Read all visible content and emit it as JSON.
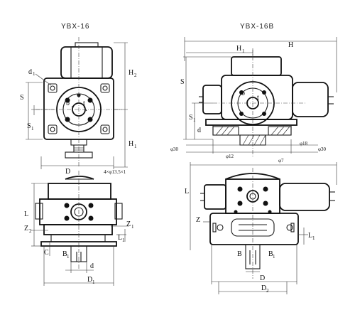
{
  "titles": {
    "left": "YBX-16",
    "right": "YBX-16B"
  },
  "left_top_labels": {
    "d1": "d",
    "d1_sub": "1",
    "S": "S",
    "S1": "S",
    "S1_sub": "1",
    "b": "b",
    "t": "t",
    "H2": "H",
    "H2_sub": "2",
    "H1": "H",
    "H1_sub": "1",
    "D": "D",
    "note": "4×φ13.5×1"
  },
  "left_bottom_labels": {
    "L": "L",
    "Z2": "Z",
    "Z2_sub": "2",
    "Z1": "Z",
    "Z1_sub": "1",
    "L1": "L",
    "L1_sub": "1",
    "C": "C",
    "d": "d",
    "B1": "B",
    "B1_sub": "1",
    "D1": "D",
    "D1_sub": "1"
  },
  "right_top_labels": {
    "H": "H",
    "H1": "H",
    "H1_sub": "1",
    "S": "S",
    "S1": "S",
    "S1_sub": "1",
    "b": "b",
    "t": "t",
    "d": "d",
    "dia30_left": "φ30",
    "dia30_right": "φ30",
    "dia18": "φ18",
    "dia12": "φ12",
    "dia7": "φ7"
  },
  "right_bottom_labels": {
    "L": "L",
    "Z": "Z",
    "L1": "L",
    "L1_sub": "1",
    "B": "B",
    "B1": "B",
    "B1_sub": "1",
    "D": "D",
    "D2": "D",
    "D2_sub": "2"
  }
}
